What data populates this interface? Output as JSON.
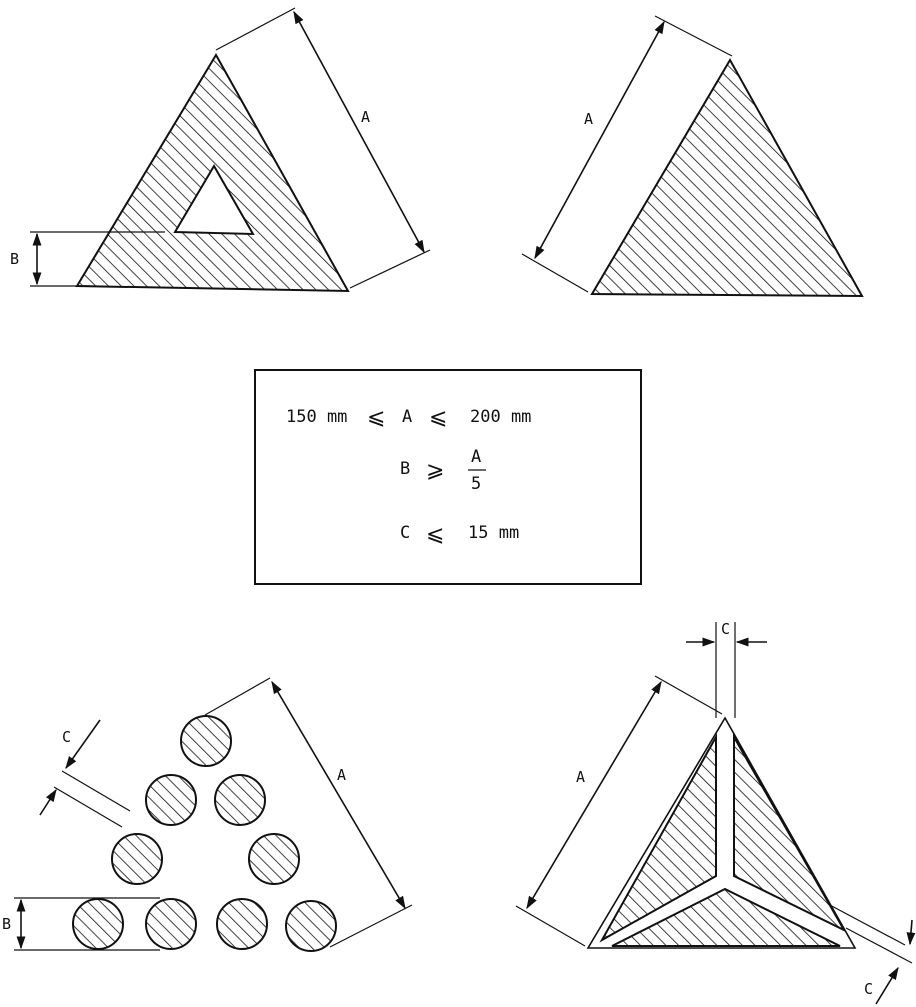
{
  "labels": {
    "a": "A",
    "b": "B",
    "c": "C"
  },
  "constraints": {
    "line1": {
      "left": "150 mm",
      "sym1": "⩽",
      "var": "A",
      "sym2": "⩽",
      "right": "200 mm"
    },
    "line2": {
      "var": "B",
      "sym": "⩾",
      "num": "A",
      "den": "5"
    },
    "line3": {
      "var": "C",
      "sym": "⩽",
      "right": "15 mm"
    }
  },
  "colors": {
    "ink": "#111111",
    "paper": "#ffffff"
  }
}
